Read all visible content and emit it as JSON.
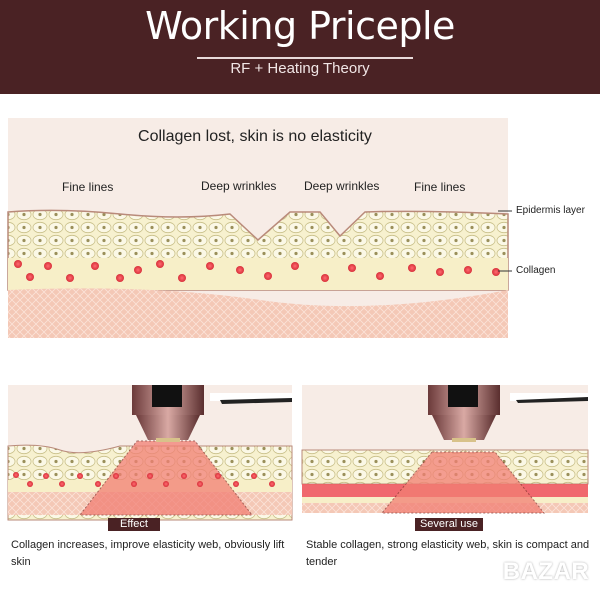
{
  "header": {
    "title": "Working Priceple",
    "subtitle": "RF + Heating Theory"
  },
  "top_diagram": {
    "title": "Collagen lost, skin is no elasticity",
    "labels": [
      "Fine lines",
      "Deep wrinkles",
      "Deep wrinkles",
      "Fine lines"
    ],
    "legend": {
      "epidermis": "Epidermis layer",
      "collagen": "Collagen"
    }
  },
  "panels": [
    {
      "tag": "Effect",
      "caption": "Collagen increases, improve elasticity web, obviously lift skin"
    },
    {
      "tag": "Several use",
      "caption": "Stable collagen, strong elasticity web, skin is compact and tender"
    }
  ],
  "watermark": "BAZAR",
  "colors": {
    "header": "#4a2224",
    "skin_bg": "#f7ece6",
    "cells": "#f7f1cf",
    "dermis": "#f4c8b6",
    "collagen": "#e8404a",
    "beam": "#f27f74"
  }
}
